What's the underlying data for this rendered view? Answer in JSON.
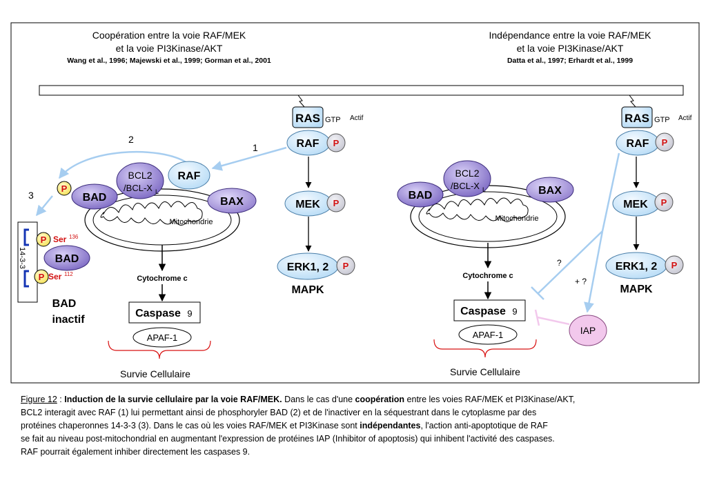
{
  "left": {
    "title_line1": "Coopération entre la voie RAF/MEK",
    "title_line2": "et la voie PI3Kinase/AKT",
    "refs": "Wang et al., 1996; Majewski et al., 1999; Gorman et al., 2001",
    "ras": "RAS",
    "gtp": "GTP",
    "actif": "Actif",
    "raf": "RAF",
    "p": "P",
    "mek": "MEK",
    "erk": "ERK1, 2",
    "mapk": "MAPK",
    "step1": "1",
    "step2": "2",
    "step3": "3",
    "raf_mito": "RAF",
    "bcl2": "BCL2",
    "bclx": "/BCL-X",
    "bclx_sub": "L",
    "bad": "BAD",
    "bax": "BAX",
    "mito": "Mitochondrie",
    "cytc": "Cytochrome c",
    "caspase": "Caspase",
    "caspase_num": "9",
    "apaf": "APAF-1",
    "survie": "Survie Cellulaire",
    "ser136": "Ser",
    "ser136_sup": "136",
    "ser112": "Ser",
    "ser112_sup": "112",
    "protein_1433": "14-3-3",
    "bad_seq": "BAD",
    "bad_inactif_1": "BAD",
    "bad_inactif_2": "inactif"
  },
  "right": {
    "title_line1": "Indépendance entre la voie RAF/MEK",
    "title_line2": "et la voie PI3Kinase/AKT",
    "refs": "Datta et al., 1997; Erhardt et al., 1999",
    "ras": "RAS",
    "gtp": "GTP",
    "actif": "Actif",
    "raf": "RAF",
    "p": "P",
    "mek": "MEK",
    "erk": "ERK1, 2",
    "mapk": "MAPK",
    "bcl2": "BCL2",
    "bclx": "/BCL-X",
    "bclx_sub": "L",
    "bad": "BAD",
    "bax": "BAX",
    "mito": "Mitochondrie",
    "cytc": "Cytochrome c",
    "caspase": "Caspase",
    "caspase_num": "9",
    "apaf": "APAF-1",
    "survie": "Survie Cellulaire",
    "iap": "IAP",
    "q1": "?",
    "q2": "+ ?"
  },
  "caption": {
    "fig": "Figure 12",
    "colon": " : ",
    "title": "Induction de la survie cellulaire par la voie RAF/MEK.",
    "l1a": " Dans le cas d'une ",
    "l1b": "coopération",
    "l1c": " entre les voies RAF/MEK et PI3Kinase/AKT,",
    "l2": " BCL2 interagit avec RAF (1) lui permettant ainsi de phosphoryler BAD (2) et de l'inactiver en la séquestrant dans le cytoplasme par des",
    "l3a": "protéines chaperonnes 14-3-3 (3). Dans le cas où les voies RAF/MEK et PI3Kinase sont ",
    "l3b": "indépendantes",
    "l3c": ", l'action anti-apoptotique de RAF",
    "l4": "se fait au niveau post-mitochondrial en augmentant l'expression de protéines IAP (Inhibitor of apoptosis) qui inhibent l'activité des caspases.",
    "l5": " RAF pourrait également inhiber directement les caspases 9."
  },
  "colors": {
    "node_fill": "#d7ecfb",
    "node_stroke": "#4a7ea8",
    "purple": "#9a86d4",
    "p_red": "#d21010",
    "arrow_blue": "#a6cdf0",
    "iap_pink": "#f2c8ec",
    "bracket_blue": "#1434b4",
    "survie_red": "#d81010"
  }
}
